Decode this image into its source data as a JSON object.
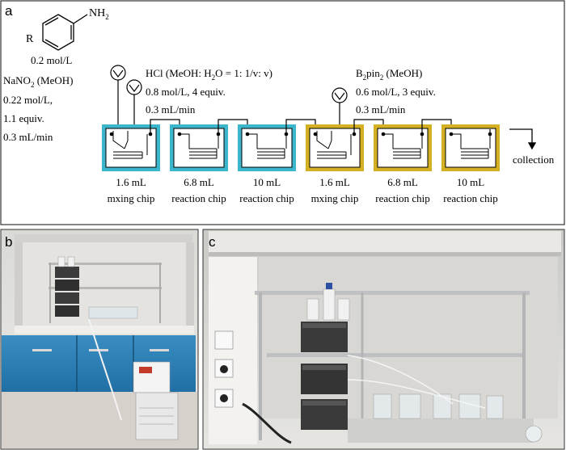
{
  "panels": {
    "a": "a",
    "b": "b",
    "c": "c"
  },
  "reagents": {
    "amine": "NH",
    "amine_sub": "2",
    "substituent": "R",
    "amine_conc": "0.2 mol/L",
    "nitrite_name": "NaNO",
    "nitrite_sub": "2",
    "nitrite_solvent": " (MeOH)",
    "nitrite_conc": "0.22 mol/L,",
    "nitrite_equiv": "1.1 equiv.",
    "nitrite_flow": "0.3 mL/min",
    "hcl_label": "HCl (MeOH: H",
    "hcl_sub": "2",
    "hcl_rest": "O = 1: 1/v: v)",
    "hcl_conc": "0.8 mol/L, 4 equiv.",
    "hcl_flow": "0.3 mL/min",
    "boron_pre": "B",
    "boron_sub1": "2",
    "boron_mid": "pin",
    "boron_sub2": "2",
    "boron_solvent": " (MeOH)",
    "boron_conc": "0.6 mol/L, 3 equiv.",
    "boron_flow": "0.3 mL/min"
  },
  "chips": [
    {
      "volume": "1.6 mL",
      "kind": "mxing chip",
      "color": "#3bb6cc"
    },
    {
      "volume": "6.8 mL",
      "kind": "reaction chip",
      "color": "#3bb6cc"
    },
    {
      "volume": "10 mL",
      "kind": "reaction chip",
      "color": "#3bb6cc"
    },
    {
      "volume": "1.6 mL",
      "kind": "mxing chip",
      "color": "#d4b024"
    },
    {
      "volume": "6.8 mL",
      "kind": "reaction chip",
      "color": "#d4b024"
    },
    {
      "volume": "10 mL",
      "kind": "reaction chip",
      "color": "#d4b024"
    }
  ],
  "outlet": "collection"
}
